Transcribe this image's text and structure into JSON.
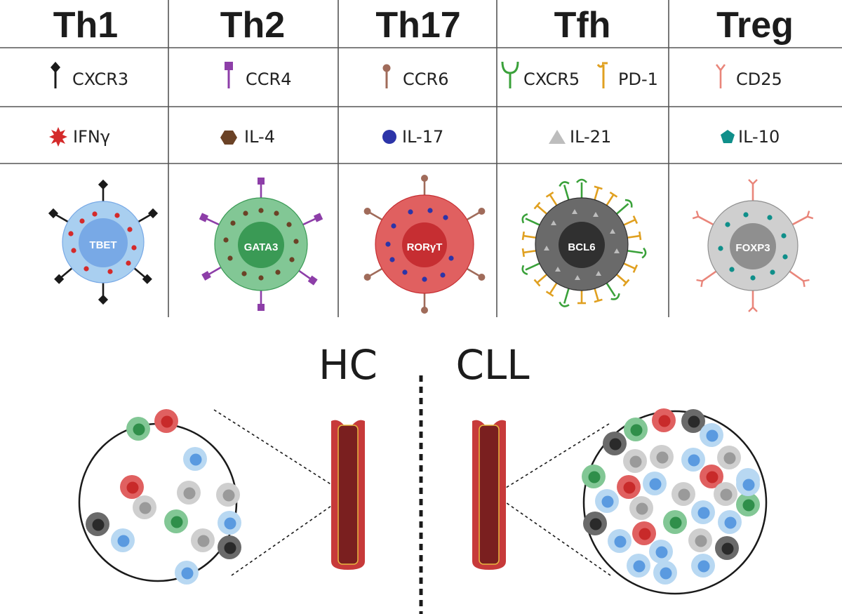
{
  "cells": [
    {
      "name": "Th1",
      "receptors": [
        {
          "label": "CXCR3",
          "icon": "diamond-stick-icon",
          "color": "#1a1a1a"
        }
      ],
      "cytokine": {
        "label": "IFNγ",
        "icon": "red-star-icon",
        "color": "#d42a2a"
      },
      "tf": "TBET",
      "membrane": "#a9cff0",
      "nucleus": "#78a9e6",
      "dot": "#d42a2a",
      "dot_shape": "circle",
      "receptor_type": "diamond"
    },
    {
      "name": "Th2",
      "receptors": [
        {
          "label": "CCR4",
          "icon": "square-stick-icon",
          "color": "#8d3ea8"
        }
      ],
      "cytokine": {
        "label": "IL-4",
        "icon": "brown-hexagon-icon",
        "color": "#6b4226"
      },
      "tf": "GATA3",
      "membrane": "#82c795",
      "nucleus": "#3a9a55",
      "dot": "#6b4226",
      "dot_shape": "circle",
      "receptor_type": "square"
    },
    {
      "name": "Th17",
      "receptors": [
        {
          "label": "CCR6",
          "icon": "ball-stick-icon",
          "color": "#a06b5a"
        }
      ],
      "cytokine": {
        "label": "IL-17",
        "icon": "blue-circle-icon",
        "color": "#2c34a8"
      },
      "tf": "RORγT",
      "membrane": "#e06060",
      "nucleus": "#c62e32",
      "dot": "#2c34a8",
      "dot_shape": "circle",
      "receptor_type": "ball"
    },
    {
      "name": "Tfh",
      "receptors": [
        {
          "label": "CXCR5",
          "icon": "y-receptor-icon",
          "color": "#3aa13a"
        },
        {
          "label": "PD-1",
          "icon": "t-receptor-icon",
          "color": "#e0a020"
        }
      ],
      "cytokine": {
        "label": "IL-21",
        "icon": "grey-triangle-icon",
        "color": "#bdbdbd"
      },
      "tf": "BCL6",
      "membrane": "#6a6a6a",
      "nucleus": "#303030",
      "dot": "#bdbdbd",
      "dot_shape": "triangle",
      "receptor_type": "mixed"
    },
    {
      "name": "Treg",
      "receptors": [
        {
          "label": "CD25",
          "icon": "pink-y-icon",
          "color": "#e9857a"
        }
      ],
      "cytokine": {
        "label": "IL-10",
        "icon": "teal-pentagon-icon",
        "color": "#0f8f8a"
      },
      "tf": "FOXP3",
      "membrane": "#cfcfcf",
      "nucleus": "#8f8f8f",
      "dot": "#0f8f8a",
      "dot_shape": "circle",
      "receptor_type": "y"
    }
  ],
  "comparison": {
    "left_label": "HC",
    "right_label": "CLL"
  },
  "colors": {
    "grid": "#555555",
    "vessel_outer": "#c73a3a",
    "vessel_inner": "#7a1f1f",
    "vessel_edge": "#e8b840"
  },
  "mini_cell_palette": {
    "blue": [
      "#b8d8f2",
      "#5a9ae0"
    ],
    "grey": [
      "#cfcfcf",
      "#9a9a9a"
    ],
    "red": [
      "#e06060",
      "#c82a2a"
    ],
    "green": [
      "#82c795",
      "#2f8f4a"
    ],
    "black": [
      "#6a6a6a",
      "#2a2a2a"
    ]
  },
  "hc_cells": [
    "green",
    "red",
    "blue",
    "red",
    "grey",
    "grey",
    "grey",
    "green",
    "black",
    "blue",
    "blue",
    "grey",
    "black",
    "blue"
  ],
  "cll_cells": [
    "green",
    "red",
    "black",
    "black",
    "blue",
    "grey",
    "grey",
    "blue",
    "grey",
    "green",
    "red",
    "blue",
    "red",
    "blue",
    "blue",
    "grey",
    "grey",
    "grey",
    "blue",
    "green",
    "black",
    "red",
    "green",
    "blue",
    "blue",
    "blue",
    "grey",
    "black",
    "blue",
    "blue",
    "blue",
    "blue"
  ]
}
